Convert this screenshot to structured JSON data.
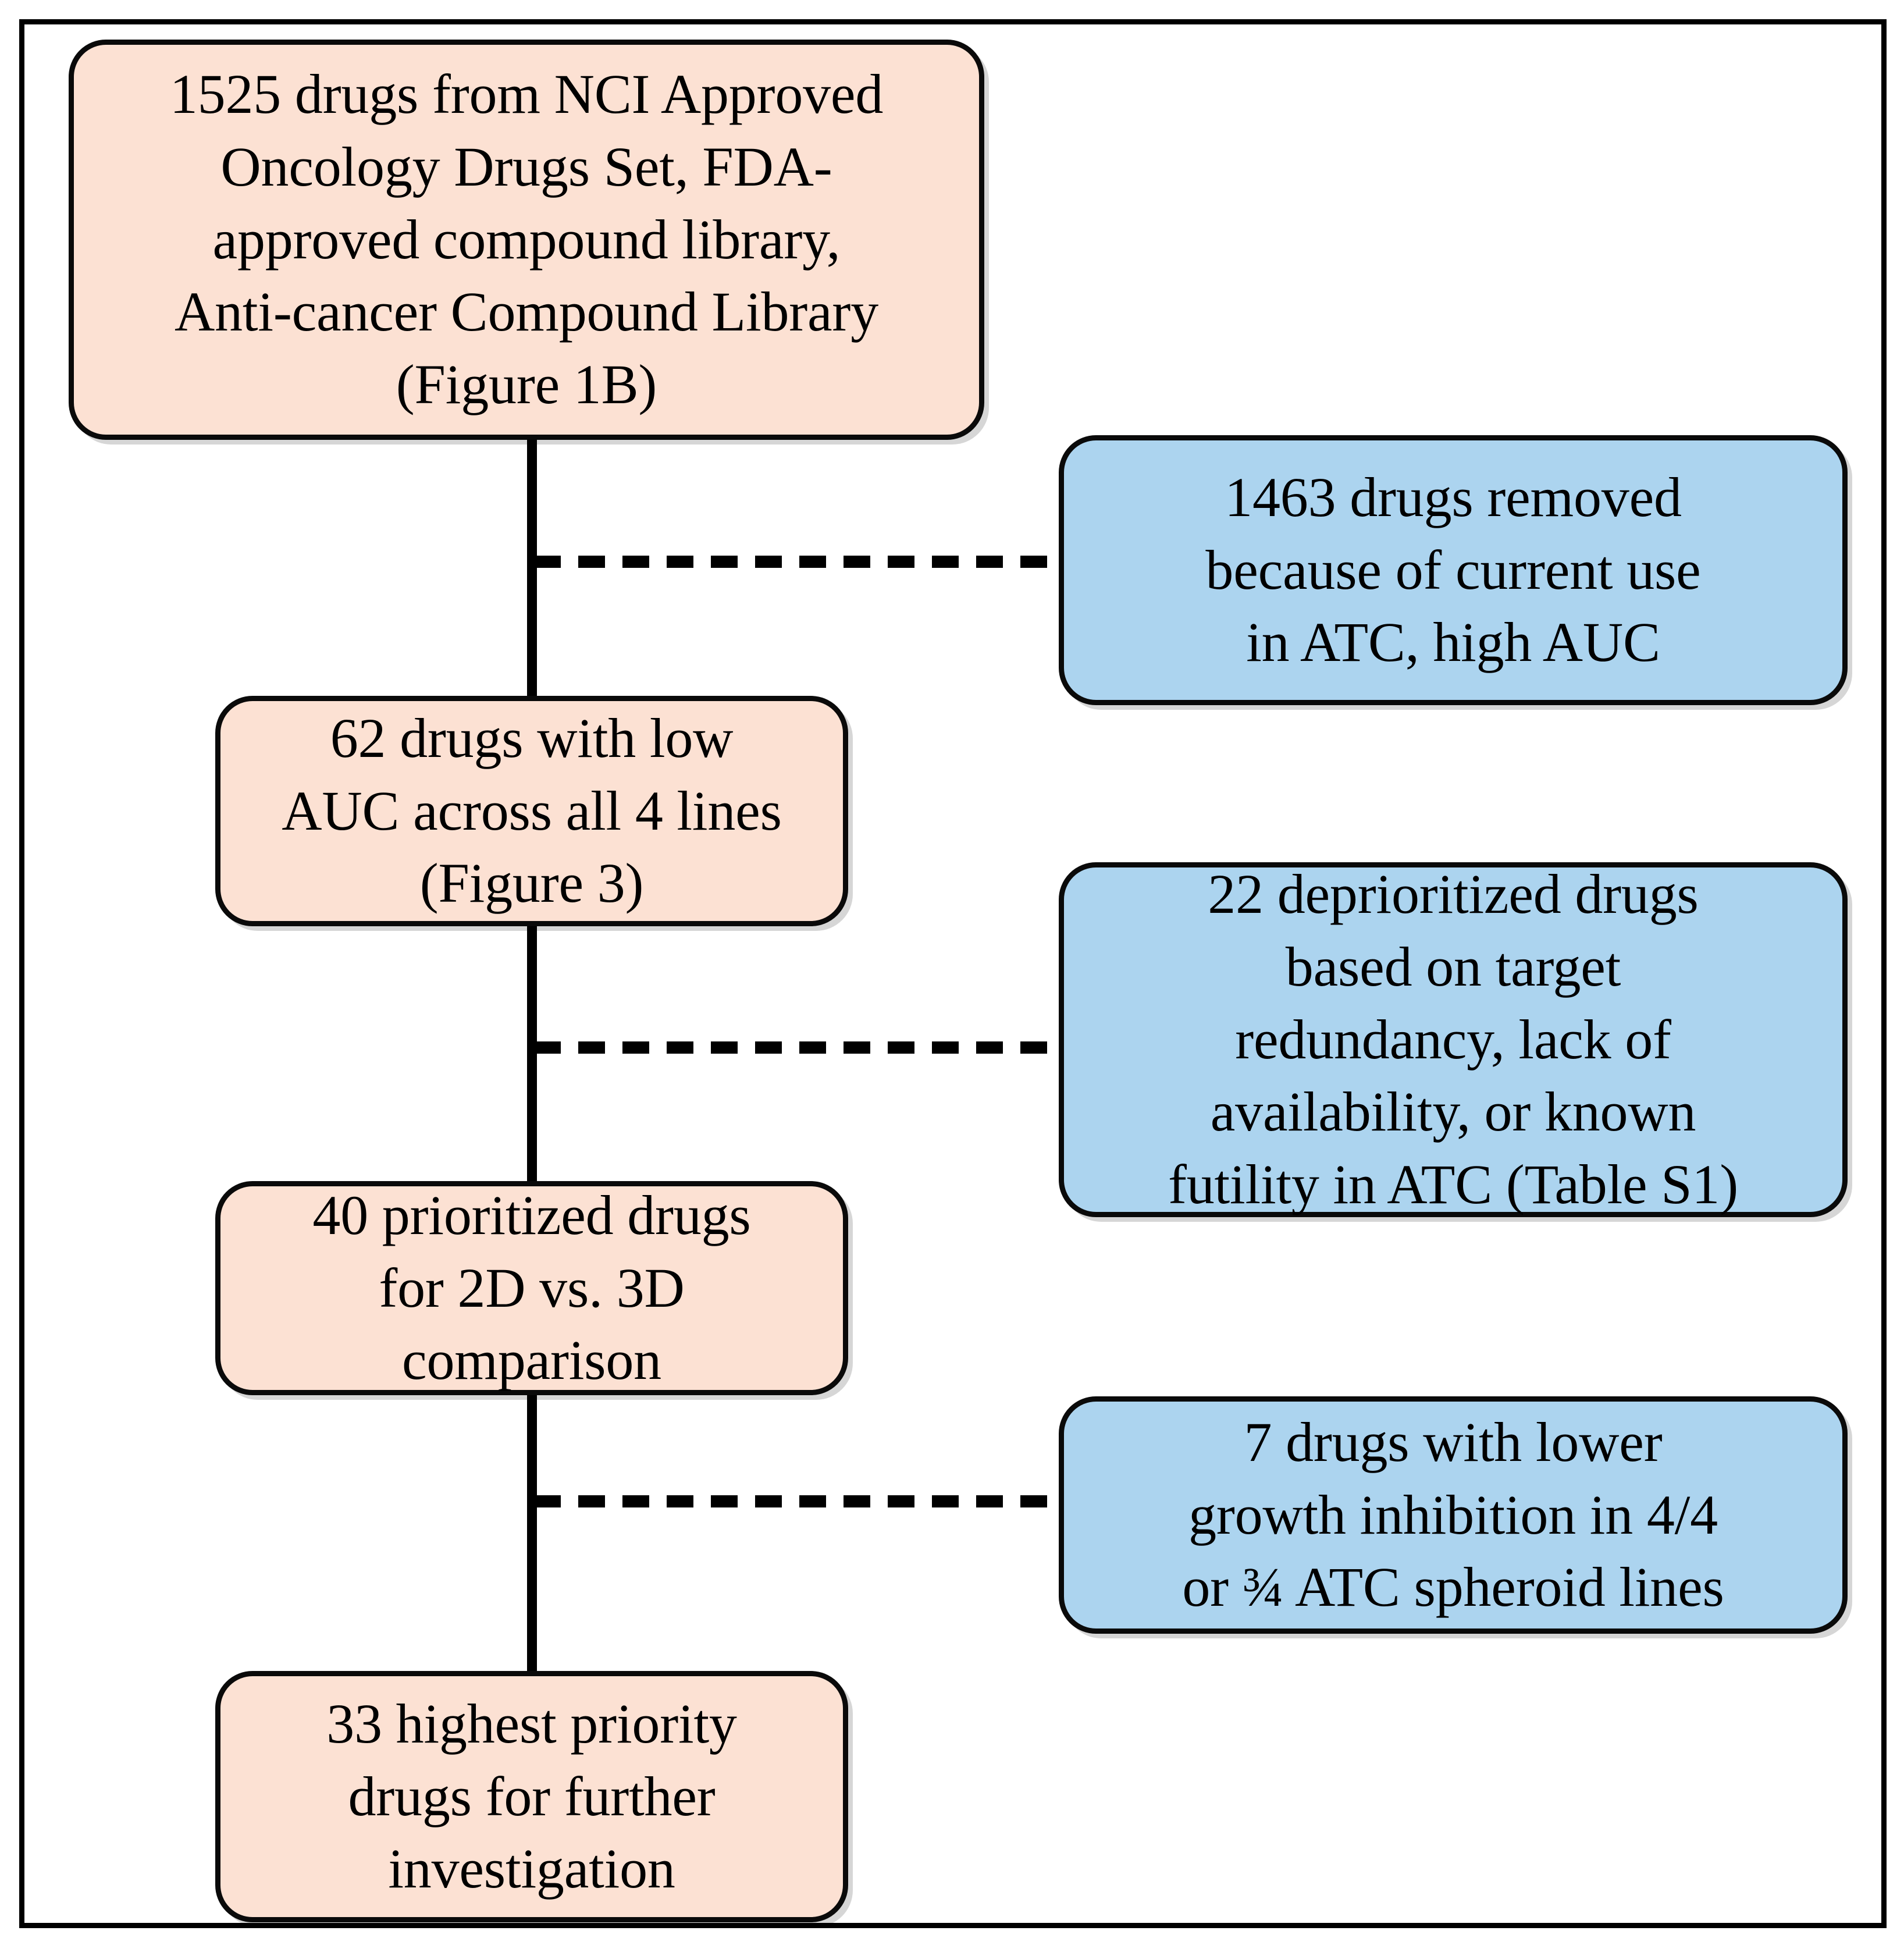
{
  "figure": {
    "type": "flowchart",
    "orientation": "vertical",
    "title": "",
    "colors": {
      "included_node_fill": "#FCE1D3",
      "excluded_node_fill": "#ACD4EF",
      "node_border": "#0A0A0A",
      "connector": "#000000",
      "frame_border": "#000000",
      "background": "#FFFFFF"
    }
  },
  "nodes": {
    "source": {
      "label": "1525 drugs from NCI Approved\nOncology Drugs Set, FDA-\napproved compound library,\nAnti-cancer Compound Library\n(Figure 1B)",
      "count": 1525,
      "kind": "included"
    },
    "removed": {
      "label": "1463 drugs removed\nbecause of current use\nin ATC, high AUC",
      "count": 1463,
      "kind": "excluded"
    },
    "low_auc": {
      "label": "62 drugs with low\nAUC across all 4 lines\n(Figure 3)",
      "count": 62,
      "kind": "included"
    },
    "deprioritized": {
      "label": "22 deprioritized drugs\nbased on target\nredundancy, lack of\navailability, or known\nfutility in ATC (Table S1)",
      "count": 22,
      "kind": "excluded"
    },
    "prioritized": {
      "label": "40 prioritized drugs\nfor 2D vs. 3D\ncomparison",
      "count": 40,
      "kind": "included"
    },
    "lower_inhibition": {
      "label": "7 drugs with lower\ngrowth inhibition in 4/4\nor ¾ ATC spheroid lines",
      "count": 7,
      "kind": "excluded"
    },
    "final": {
      "label": "33 highest priority\ndrugs for further\ninvestigation",
      "count": 33,
      "kind": "included"
    }
  },
  "connectors": {
    "spine_style": "solid",
    "branch_style": "dashed",
    "branches": [
      {
        "from": "source",
        "to": "removed"
      },
      {
        "from": "low_auc",
        "to": "deprioritized"
      },
      {
        "from": "prioritized",
        "to": "lower_inhibition"
      }
    ],
    "flow": [
      "source",
      "low_auc",
      "prioritized",
      "final"
    ]
  }
}
